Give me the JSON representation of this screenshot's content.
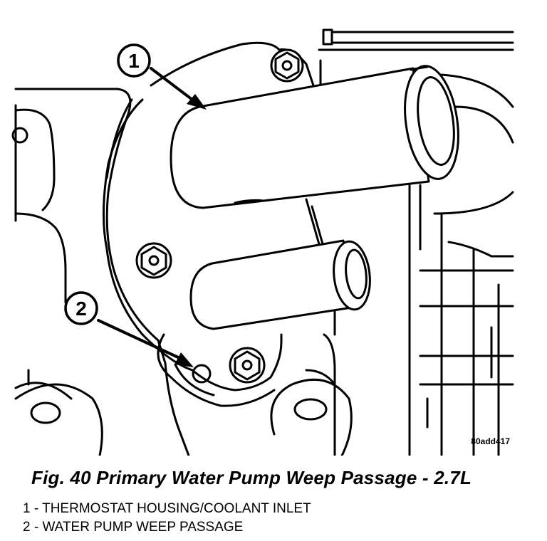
{
  "figure": {
    "image_id": "80add417",
    "callouts": [
      "1",
      "2"
    ],
    "caption": "Fig. 40 Primary Water Pump Weep Passage - 2.7L",
    "legend": [
      "1 - THERMOSTAT HOUSING/COOLANT INLET",
      "2 - WATER PUMP WEEP PASSAGE"
    ]
  }
}
